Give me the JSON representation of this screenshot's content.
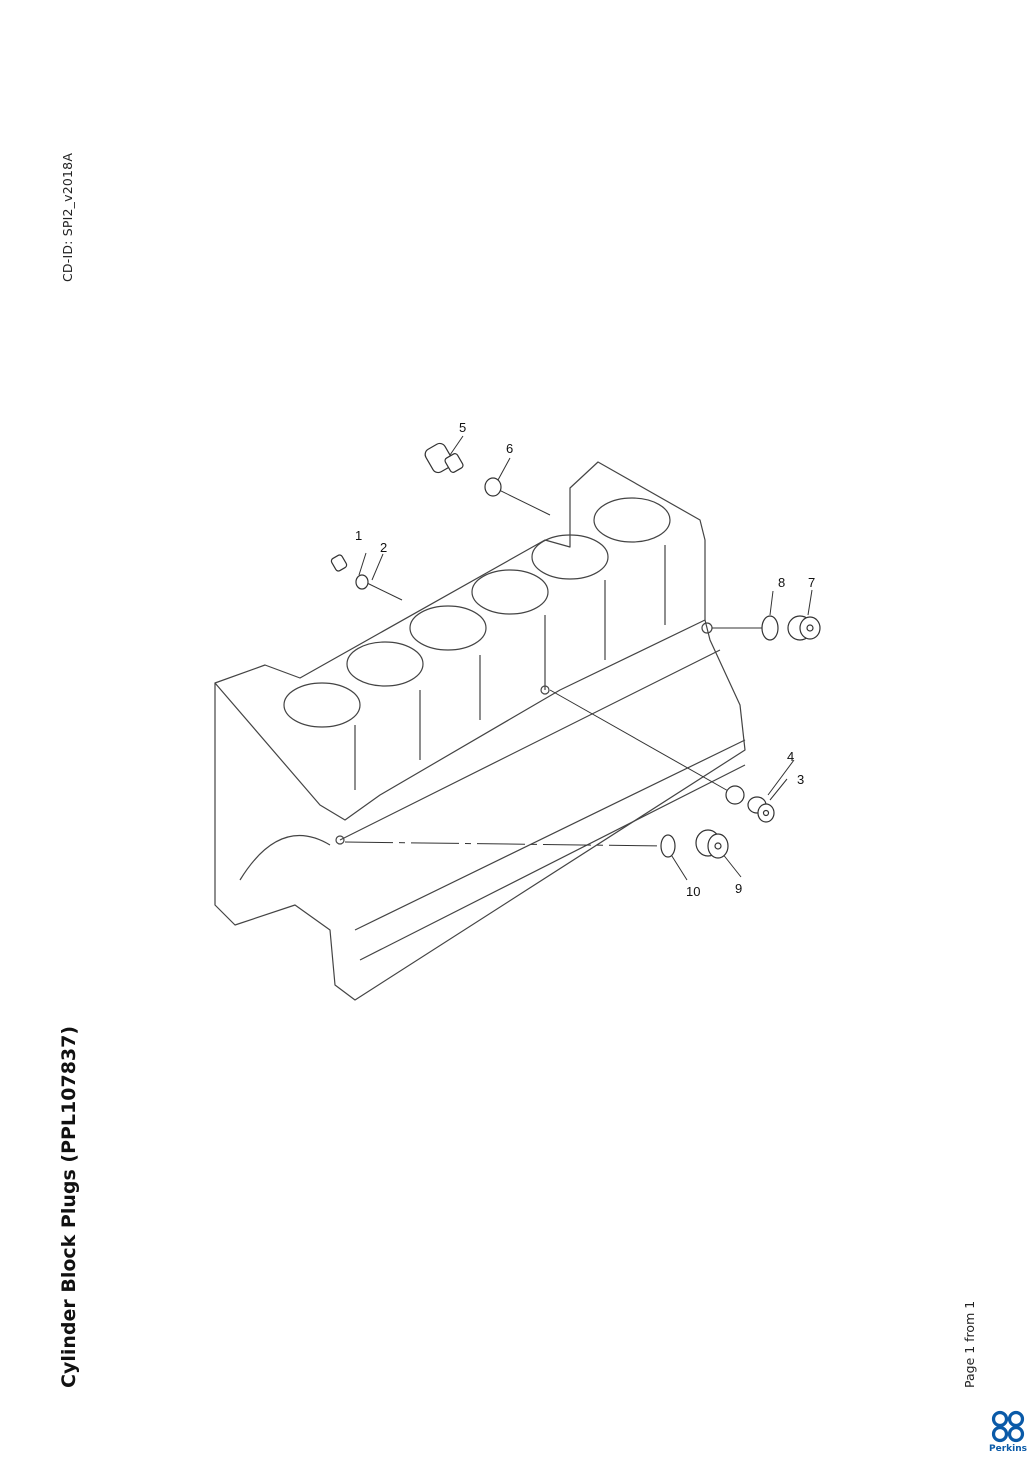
{
  "document": {
    "title": "Cylinder Block Plugs (PPL107837)",
    "cd_id": "CD-ID: SPI2_v2018A",
    "page_indicator": "Page 1 from 1",
    "logo_text": "Perkins"
  },
  "callouts": [
    "1",
    "2",
    "3",
    "4",
    "5",
    "6",
    "7",
    "8",
    "9",
    "10"
  ],
  "colors": {
    "line": "#333333",
    "logo": "#0a5aa8"
  }
}
